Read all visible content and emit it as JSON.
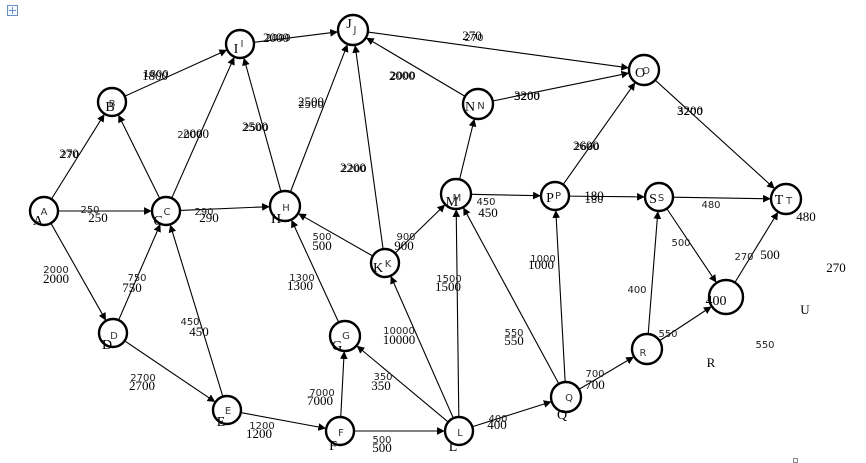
{
  "diagram": {
    "nodes": [
      {
        "id": "A",
        "label": "A",
        "circled": true
      },
      {
        "id": "B",
        "label": "B",
        "circled": true
      },
      {
        "id": "C",
        "label": "C",
        "circled": true
      },
      {
        "id": "D",
        "label": "D",
        "circled": true
      },
      {
        "id": "E",
        "label": "E",
        "circled": true
      },
      {
        "id": "F",
        "label": "F",
        "circled": true
      },
      {
        "id": "G",
        "label": "G",
        "circled": true
      },
      {
        "id": "H",
        "label": "H",
        "circled": true
      },
      {
        "id": "I",
        "label": "I",
        "circled": true
      },
      {
        "id": "J",
        "label": "J",
        "circled": true
      },
      {
        "id": "K",
        "label": "K",
        "circled": true
      },
      {
        "id": "L",
        "label": "L",
        "circled": true
      },
      {
        "id": "M",
        "label": "M",
        "circled": true
      },
      {
        "id": "N",
        "label": "N",
        "circled": true
      },
      {
        "id": "O",
        "label": "O",
        "circled": true
      },
      {
        "id": "P",
        "label": "P",
        "circled": true
      },
      {
        "id": "Q",
        "label": "Q",
        "circled": true
      },
      {
        "id": "R",
        "label": "R",
        "circled": true
      },
      {
        "id": "S",
        "label": "S",
        "circled": true
      },
      {
        "id": "T",
        "label": "T",
        "circled": true
      },
      {
        "id": "N400",
        "label": "400",
        "circled": true
      },
      {
        "id": "U",
        "label": "U",
        "circled": false
      }
    ],
    "edges": [
      {
        "from": "A",
        "to": "B",
        "weight": "270"
      },
      {
        "from": "A",
        "to": "C",
        "weight": "250"
      },
      {
        "from": "A",
        "to": "D",
        "weight": "2000"
      },
      {
        "from": "B",
        "to": "I",
        "weight": "1800"
      },
      {
        "from": "C",
        "to": "B",
        "weight": ""
      },
      {
        "from": "C",
        "to": "I",
        "weight": "2000"
      },
      {
        "from": "C",
        "to": "H",
        "weight": "290"
      },
      {
        "from": "D",
        "to": "C",
        "weight": "750"
      },
      {
        "from": "D",
        "to": "E",
        "weight": "2700"
      },
      {
        "from": "E",
        "to": "C",
        "weight": "450"
      },
      {
        "from": "E",
        "to": "F",
        "weight": "1200"
      },
      {
        "from": "F",
        "to": "G",
        "weight": "7000"
      },
      {
        "from": "F",
        "to": "L",
        "weight": "500"
      },
      {
        "from": "G",
        "to": "H",
        "weight": "1300"
      },
      {
        "from": "H",
        "to": "I",
        "weight": "2500"
      },
      {
        "from": "H",
        "to": "J",
        "weight": "2500"
      },
      {
        "from": "I",
        "to": "J",
        "weight": "2000"
      },
      {
        "from": "J",
        "to": "O",
        "weight": "270"
      },
      {
        "from": "K",
        "to": "H",
        "weight": "500"
      },
      {
        "from": "K",
        "to": "J",
        "weight": "2200"
      },
      {
        "from": "K",
        "to": "M",
        "weight": "900"
      },
      {
        "from": "L",
        "to": "G",
        "weight": "350"
      },
      {
        "from": "L",
        "to": "K",
        "weight": "10000"
      },
      {
        "from": "L",
        "to": "M",
        "weight": "1500"
      },
      {
        "from": "L",
        "to": "Q",
        "weight": "400"
      },
      {
        "from": "M",
        "to": "N",
        "weight": ""
      },
      {
        "from": "M",
        "to": "P",
        "weight": "450"
      },
      {
        "from": "N",
        "to": "J",
        "weight": "2000"
      },
      {
        "from": "N",
        "to": "O",
        "weight": "3200"
      },
      {
        "from": "O",
        "to": "T",
        "weight": "3200"
      },
      {
        "from": "P",
        "to": "O",
        "weight": "2600"
      },
      {
        "from": "P",
        "to": "S",
        "weight": "180"
      },
      {
        "from": "Q",
        "to": "M",
        "weight": "550"
      },
      {
        "from": "Q",
        "to": "P",
        "weight": "1000"
      },
      {
        "from": "Q",
        "to": "R",
        "weight": "700"
      },
      {
        "from": "R",
        "to": "S",
        "weight": "400"
      },
      {
        "from": "R",
        "to": "N400",
        "weight": "550"
      },
      {
        "from": "S",
        "to": "T",
        "weight": "480"
      },
      {
        "from": "S",
        "to": "N400",
        "weight": "500"
      },
      {
        "from": "N400",
        "to": "T",
        "weight": "270"
      }
    ],
    "floating_labels": [
      {
        "text": "270"
      },
      {
        "text": "500"
      },
      {
        "text": "480"
      },
      {
        "text": "R"
      },
      {
        "text": "550"
      },
      {
        "text": "U"
      }
    ],
    "colors": {
      "stroke": "#000000",
      "background": "#ffffff",
      "handle": "#6a8fc0"
    }
  }
}
